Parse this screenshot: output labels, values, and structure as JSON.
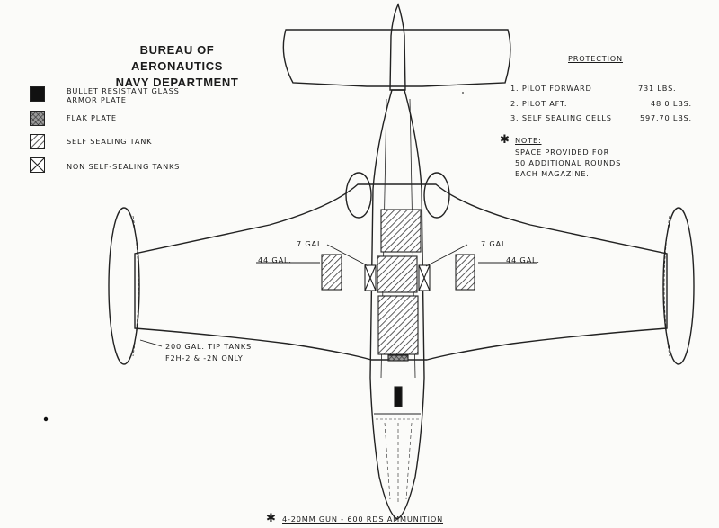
{
  "header": {
    "line1": "BUREAU OF AERONAUTICS",
    "line2": "NAVY DEPARTMENT"
  },
  "legend": [
    {
      "label": "BULLET RESISTANT GLASS",
      "label2": "ARMOR PLATE",
      "pattern": "solid"
    },
    {
      "label": "FLAK PLATE",
      "pattern": "crosshatch"
    },
    {
      "label": "SELF SEALING TANK",
      "pattern": "hatch"
    },
    {
      "label": "NON SELF-SEALING TANKS",
      "pattern": "x"
    }
  ],
  "protection": {
    "title": "PROTECTION",
    "items": [
      {
        "label": "1.  PILOT  FORWARD",
        "value": "731 LBS."
      },
      {
        "label": "2.  PILOT  AFT.",
        "value": "48 0 LBS."
      },
      {
        "label": "3.  SELF SEALING CELLS",
        "value": "597.70 LBS."
      }
    ]
  },
  "note": {
    "marker": "✱",
    "title": "NOTE:",
    "lines": [
      "SPACE PROVIDED FOR",
      "50 ADDITIONAL ROUNDS",
      "EACH MAGAZINE."
    ]
  },
  "tank_labels": {
    "left_small": "7 GAL.",
    "right_small": "7 GAL.",
    "left_wing": "44 GAL.",
    "right_wing": "44 GAL."
  },
  "tip_tank_label": {
    "line1": "200 GAL. TIP TANKS",
    "line2": "F2H-2 & -2N ONLY"
  },
  "footer": {
    "marker": "✱",
    "text": "4-20MM GUN - 600 RDS AMMUNITION"
  }
}
